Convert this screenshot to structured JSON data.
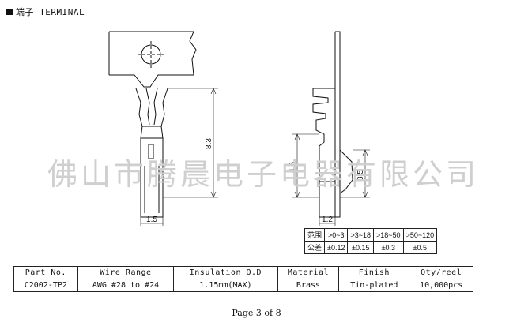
{
  "header": {
    "title": "端子 TERMINAL"
  },
  "watermark": {
    "text": "佛山市腾晨电子电器有限公司"
  },
  "dims": {
    "front_height": "8.3",
    "front_width": "1.5",
    "side_height_a": "4.6",
    "side_height_b": "3.5",
    "side_width": "1.2"
  },
  "tolerance": {
    "row1": [
      "范围",
      ">0~3",
      ">3~18",
      ">18~50",
      ">50~120"
    ],
    "row2": [
      "公差",
      "±0.12",
      "±0.15",
      "±0.3",
      "±0.5"
    ]
  },
  "spec": {
    "headers": [
      "Part No.",
      "Wire Range",
      "Insulation O.D",
      "Material",
      "Finish",
      "Qty/reel"
    ],
    "row": [
      "C2002-TP2",
      "AWG #28 to #24",
      "1.15mm(MAX)",
      "Brass",
      "Tin-plated",
      "10,000pcs"
    ]
  },
  "footer": {
    "page": "Page 3 of 8"
  }
}
